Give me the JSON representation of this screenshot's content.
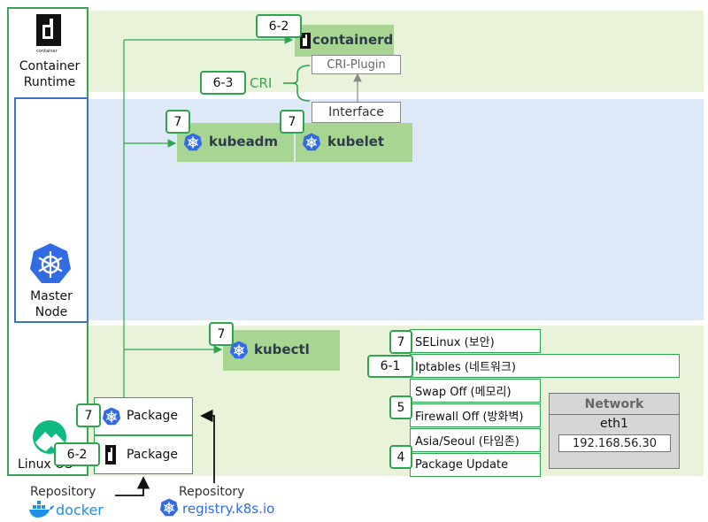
{
  "left": {
    "container_runtime": [
      "Container",
      "Runtime"
    ],
    "master_node": [
      "Master",
      "Node"
    ],
    "linux_os": "Linux OS"
  },
  "top": {
    "badge_containerd": "6-2",
    "containerd": "containerd",
    "cri_plugin": "CRI-Plugin",
    "badge_cri": "6-3",
    "cri": "CRI",
    "interface": "Interface"
  },
  "mid": {
    "badge_kubeadm": "7",
    "kubeadm": "kubeadm",
    "badge_kubelet": "7",
    "kubelet": "kubelet"
  },
  "bottom": {
    "badge_kubectl": "7",
    "kubectl": "kubectl",
    "pkg_k8s_badge": "7",
    "pkg_k8s": "Package",
    "pkg_docker_badge": "6-2",
    "pkg_docker": "Package",
    "settings": [
      {
        "badge": "7",
        "label": "SELinux (보안)"
      },
      {
        "badge": "6-1",
        "label": "Iptables (네트워크)"
      },
      {
        "badge": "",
        "label": "Swap Off (메모리)"
      },
      {
        "badge": "5",
        "label": "Firewall Off (방화벽)"
      },
      {
        "badge": "",
        "label": "Asia/Seoul (타임존)"
      },
      {
        "badge": "4",
        "label": "Package Update"
      }
    ],
    "network_title": "Network",
    "eth": "eth1",
    "ip": "192.168.56.30"
  },
  "repos": {
    "docker_label": "Repository",
    "docker_name": "docker",
    "k8s_label": "Repository",
    "k8s_name": "registry.k8s.io"
  },
  "colors": {
    "green": "#2ea44f",
    "k8s_blue": "#326ce5",
    "docker_blue": "#1d91e6"
  }
}
